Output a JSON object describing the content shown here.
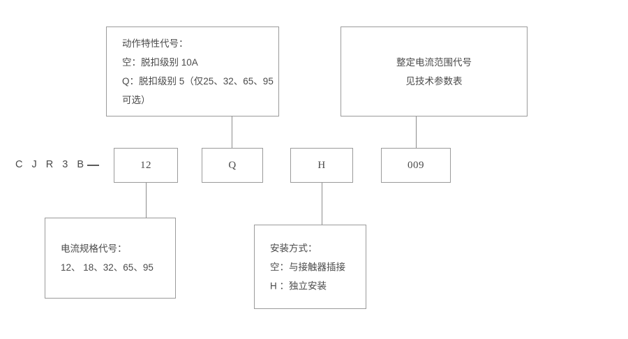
{
  "diagram": {
    "title": "CJR3B model designation breakdown",
    "model_prefix": "C J R 3 B",
    "separator": "—",
    "line_color": "#9a9a9a",
    "text_color": "#4a4a4a"
  },
  "code_boxes": [
    {
      "value": "12",
      "name": "current-rating-code"
    },
    {
      "value": "Q",
      "name": "trip-characteristic-code"
    },
    {
      "value": "H",
      "name": "mounting-method-code"
    },
    {
      "value": "009",
      "name": "setting-current-range-code"
    }
  ],
  "callouts": {
    "trip_characteristic": {
      "lines": [
        "动作特性代号：",
        "空：脱扣级别 10A",
        "Q：脱扣级别 5（仅25、32、65、95",
        "可选）"
      ]
    },
    "setting_range": {
      "lines": [
        "整定电流范围代号",
        "见技术参数表"
      ]
    },
    "current_rating": {
      "lines": [
        "电流规格代号：",
        "12、 18、32、65、95"
      ]
    },
    "mounting_method": {
      "lines": [
        "安装方式：",
        "空：与接触器插接",
        "H ：独立安装"
      ]
    }
  }
}
